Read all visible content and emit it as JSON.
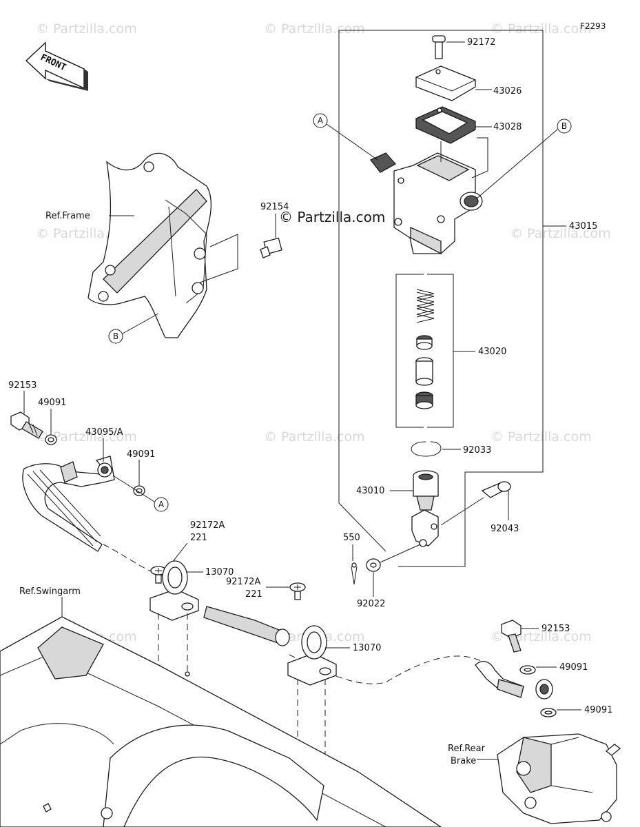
{
  "figure_code": "F2293",
  "front_arrow": "FRONT",
  "watermark": "© Partzilla.com",
  "watermark_main": "© Partzilla.com",
  "refs": {
    "frame": "Ref.Frame",
    "swingarm": "Ref.Swingarm",
    "rear_brake_line1": "Ref.Rear",
    "rear_brake_line2": "Brake"
  },
  "callout_markers": {
    "a": "A",
    "b": "B"
  },
  "part_numbers": {
    "p92172": "92172",
    "p43026": "43026",
    "p43028": "43028",
    "p43015": "43015",
    "p92154": "92154",
    "p43020": "43020",
    "p92033": "92033",
    "p43010": "43010",
    "p92043": "92043",
    "p550": "550",
    "p92022": "92022",
    "p92153_left": "92153",
    "p49091_a": "49091",
    "p43095A": "43095/A",
    "p49091_b": "49091",
    "p92172A_a": "92172A",
    "p221_a": "221",
    "p13070_a": "13070",
    "p92172A_b": "92172A",
    "p221_b": "221",
    "p13070_b": "13070",
    "p92153_right": "92153",
    "p49091_c": "49091",
    "p49091_d": "49091"
  }
}
